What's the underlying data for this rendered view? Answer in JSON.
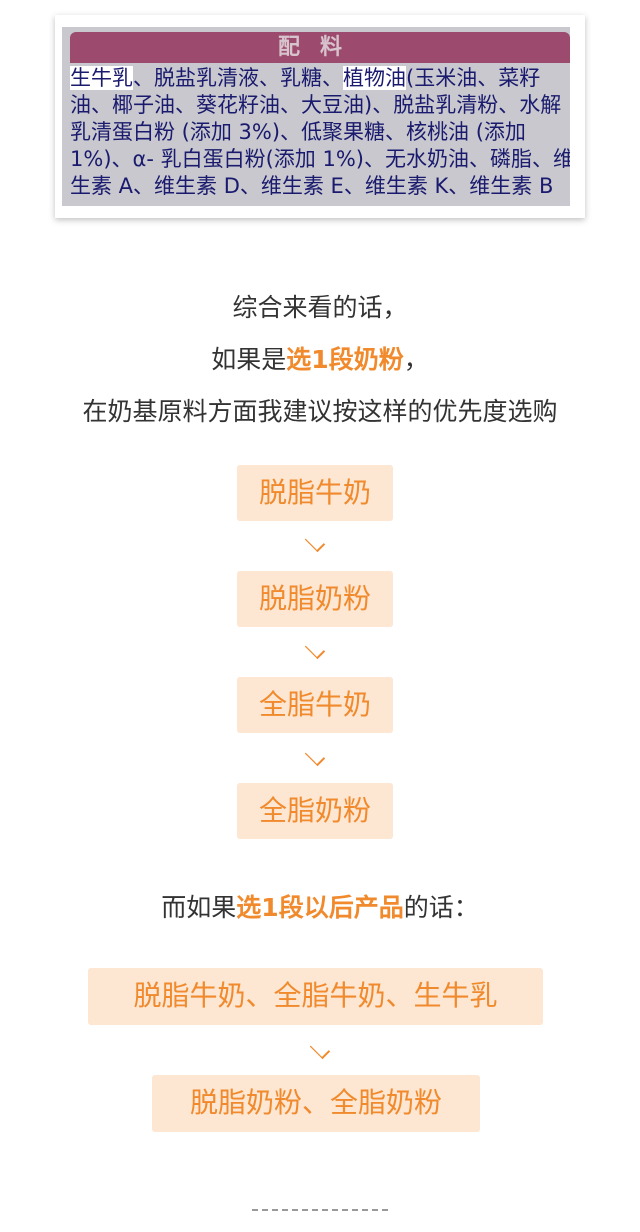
{
  "image": {
    "header": "配料",
    "lines": [
      {
        "hl1": "生牛乳",
        "mid": "、脱盐乳清液、乳糖、",
        "hl2": "植物油",
        "rest": "(玉米油、菜籽"
      },
      "油、椰子油、葵花籽油、大豆油)、脱盐乳清粉、水解",
      "乳清蛋白粉 (添加 3%)、低聚果糖、核桃油 (添加",
      "1%)、α- 乳白蛋白粉(添加 1%)、无水奶油、磷脂、维",
      "生素 A、维生素 D、维生素 E、维生素 K、维生素 B"
    ]
  },
  "intro": {
    "line1": "综合来看的话，",
    "line2_pre": "如果是",
    "line2_hl": "选1段奶粉",
    "line2_post": "，",
    "line3": "在奶基原料方面我建议按这样的优先度选购"
  },
  "stage1": [
    "脱脂牛奶",
    "脱脂奶粉",
    "全脂牛奶",
    "全脂奶粉"
  ],
  "later": {
    "pre": "而如果",
    "hl": "选1段以后产品",
    "post": "的话："
  },
  "stage2": [
    "脱脂牛奶、全脂牛奶、生牛乳",
    "脱脂奶粉、全脂奶粉"
  ],
  "colors": {
    "accent": "#f08a2c",
    "box": "#fde6d2"
  }
}
